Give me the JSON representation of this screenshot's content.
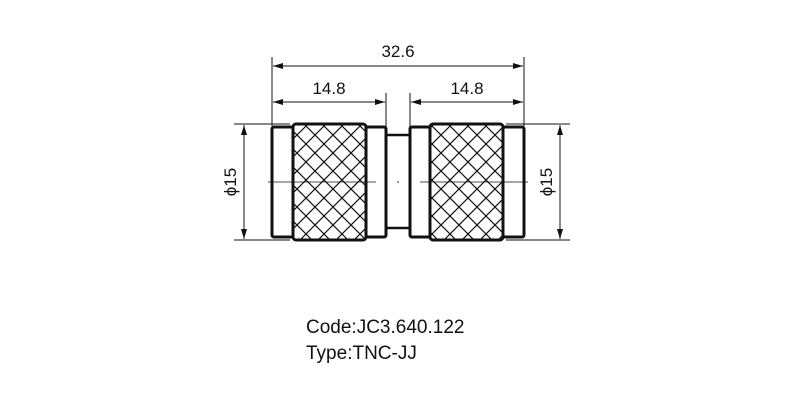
{
  "drawing": {
    "overall_length": "32.6",
    "left_length": "14.8",
    "right_length": "14.8",
    "left_diameter": "ϕ15",
    "right_diameter": "ϕ15",
    "line_color": "#111111"
  },
  "caption": {
    "code": "Code:JC3.640.122",
    "type": "Type:TNC-JJ"
  }
}
